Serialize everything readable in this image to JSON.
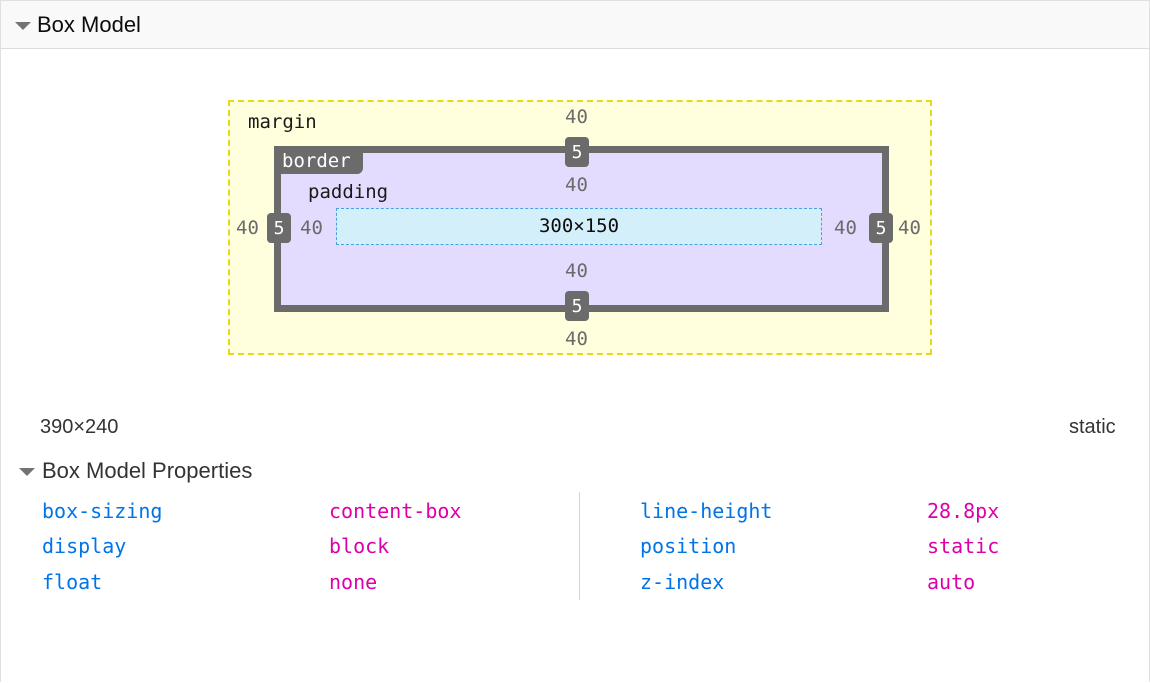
{
  "header": {
    "title": "Box Model"
  },
  "box_model": {
    "margin_label": "margin",
    "border_label": "border",
    "padding_label": "padding",
    "margin": {
      "top": "40",
      "right": "40",
      "bottom": "40",
      "left": "40"
    },
    "border": {
      "top": "5",
      "right": "5",
      "bottom": "5",
      "left": "5"
    },
    "padding": {
      "top": "40",
      "right": "40",
      "bottom": "40",
      "left": "40"
    },
    "content_size": "300×150"
  },
  "element_size": "390×240",
  "position_value": "static",
  "properties": {
    "title": "Box Model Properties",
    "left": [
      {
        "name": "box-sizing",
        "value": "content-box"
      },
      {
        "name": "display",
        "value": "block"
      },
      {
        "name": "float",
        "value": "none"
      }
    ],
    "right": [
      {
        "name": "line-height",
        "value": "28.8px"
      },
      {
        "name": "position",
        "value": "static"
      },
      {
        "name": "z-index",
        "value": "auto"
      }
    ]
  },
  "colors": {
    "margin_bg": "#ffffdd",
    "border_bg": "#6b6b6b",
    "padding_bg": "#e4dcff",
    "content_bg": "#d3effa",
    "prop_name": "#0074e8",
    "prop_value": "#dd00a9"
  }
}
